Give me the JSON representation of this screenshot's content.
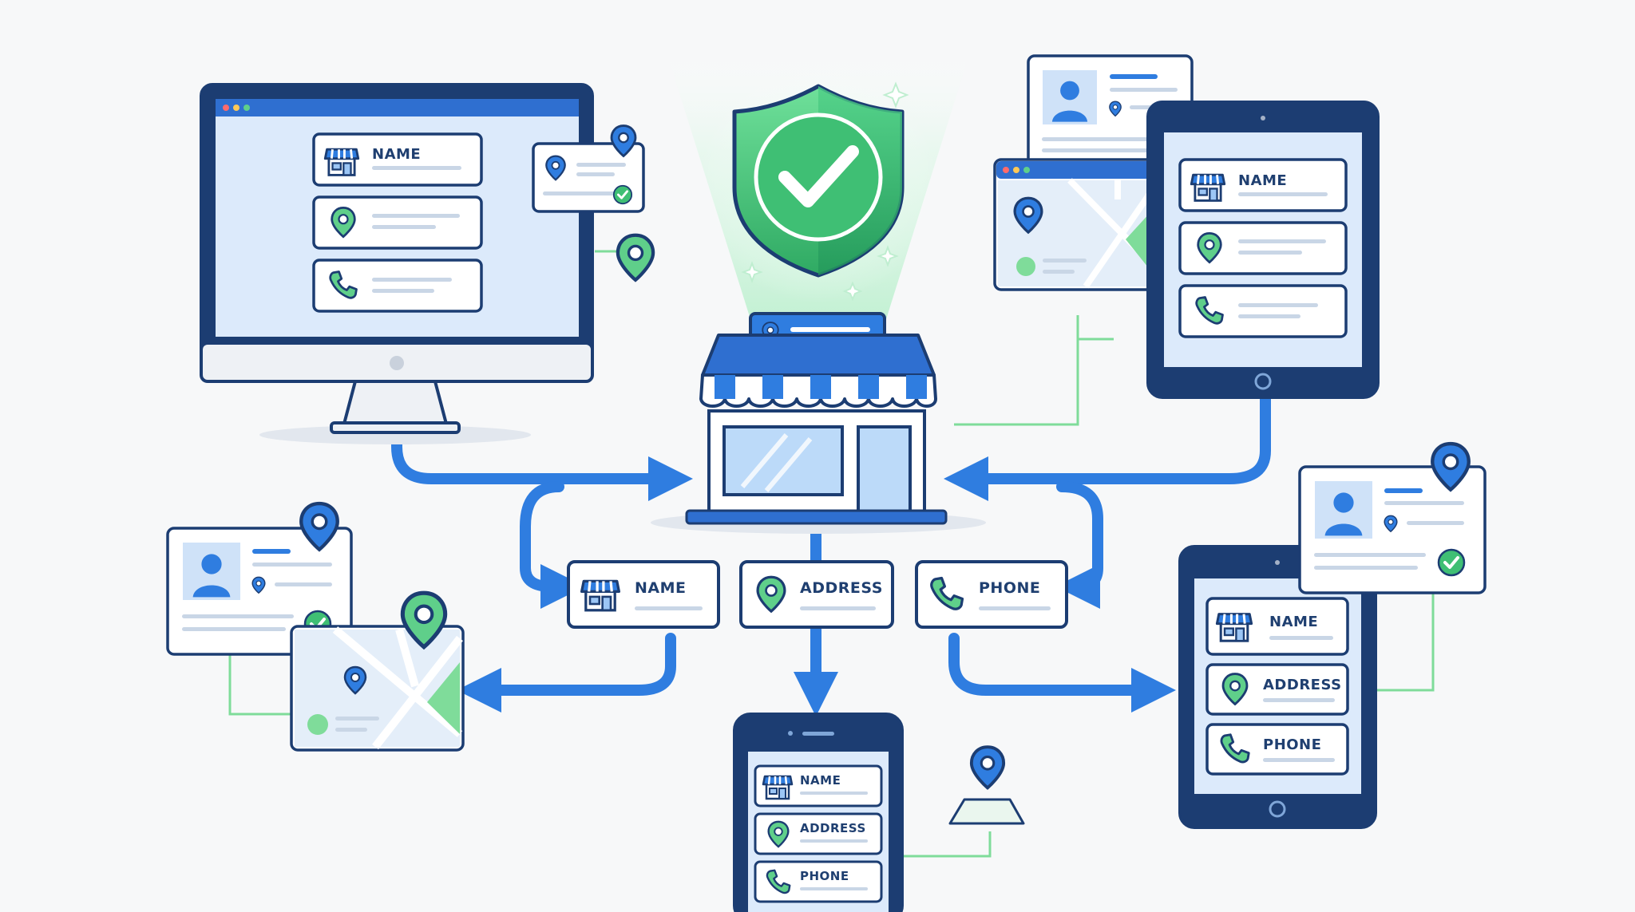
{
  "colors": {
    "primary_blue": "#2f7de0",
    "navy": "#1c3d72",
    "green": "#3fbf74",
    "light_green": "#7fdc9a",
    "screen_bg": "#dceafb",
    "card_bg": "#ffffff",
    "gray_line": "#c9d6e6"
  },
  "icons": [
    "storefront-icon",
    "location-pin-icon",
    "phone-icon",
    "shield-check-icon",
    "person-avatar-icon",
    "check-circle-icon",
    "map-icon",
    "sparkle-icon"
  ],
  "center_fields": {
    "name": "NAME",
    "address": "ADDRESS",
    "phone": "PHONE"
  },
  "desktop": {
    "name_label": "NAME"
  },
  "tablet_top_right": {
    "name_label": "NAME"
  },
  "tablet_bottom_right": {
    "name_label": "NAME",
    "address_label": "ADDRESS",
    "phone_label": "PHONE"
  },
  "phone_bottom": {
    "name_label": "NAME",
    "address_label": "ADDRESS",
    "phone_label": "PHONE"
  }
}
